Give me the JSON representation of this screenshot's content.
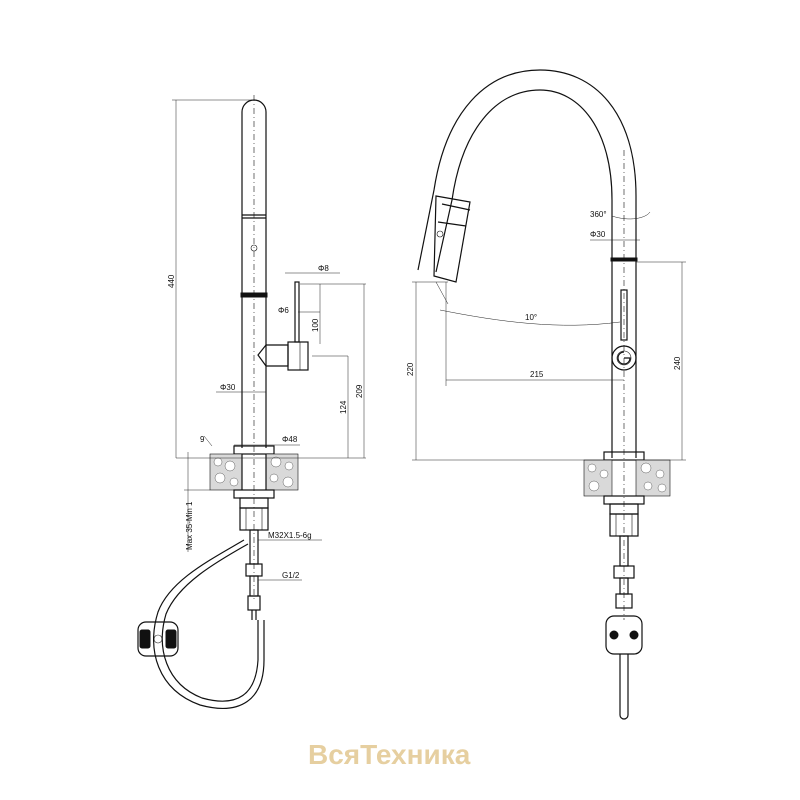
{
  "dimensions": {
    "height_total": "440",
    "pipe_diameter": "Φ30",
    "handle_rod_diameter": "Φ8",
    "handle_diameter": "Φ6",
    "handle_height": "100",
    "base_diameter": "Φ48",
    "base_offset": "9",
    "lower_height": "124",
    "lever_height": "209",
    "mount_thickness": "Max 35-Min 1",
    "thread": "M32X1.5-6g",
    "hose_connector": "G1/2",
    "spout_rotation": "360°",
    "spout_pipe_diameter": "Φ30",
    "spout_tilt": "10°",
    "spout_reach": "215",
    "spout_height": "220",
    "outlet_height": "240"
  },
  "watermark": "ВсяТехника"
}
